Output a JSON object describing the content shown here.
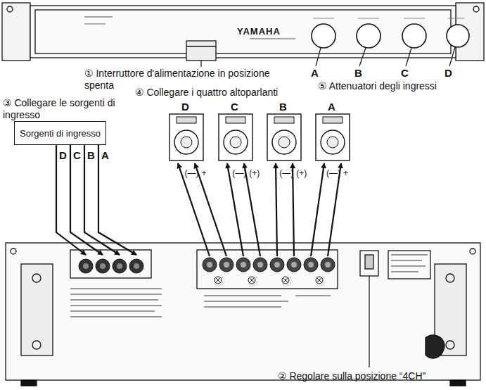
{
  "diagram": {
    "nodes": [
      {
        "text": [
          "Sorgenti di ingresso"
        ]
      }
    ],
    "edges": [],
    "labels": [
      "① Interruttore d'alimentazione in posizione spenta",
      "A",
      "B",
      "C",
      "D",
      "⑤ Attenuatori degli ingressi",
      "③ Collegare le sorgenti di ingresso",
      "④ Collegare i quattro altoparlanti",
      "D",
      "C",
      "B",
      "A",
      "D",
      "C",
      "B",
      "A",
      "(—)",
      "+",
      "(—)",
      "(+)",
      "(—)",
      "(+)",
      "(—)",
      "+",
      "YAMAHA",
      "② Regolare sulla posizione “4CH”"
    ]
  }
}
